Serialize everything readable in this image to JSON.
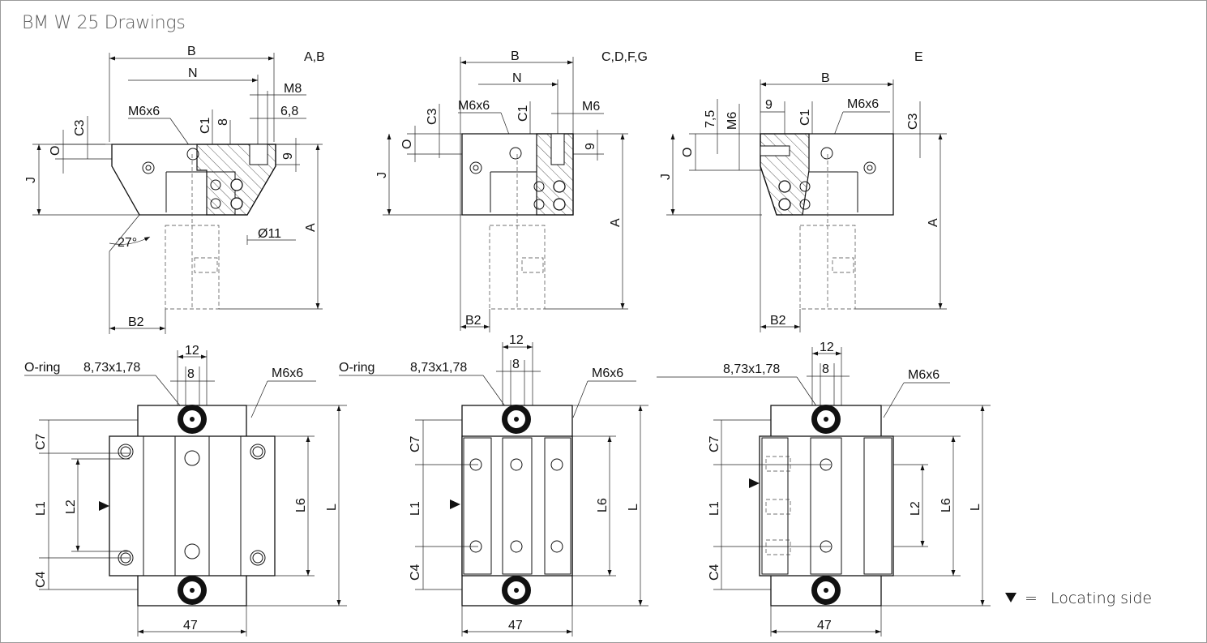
{
  "page": {
    "title": "BM W 25 Drawings"
  },
  "legend": {
    "symbol": "▼",
    "equals": "=",
    "text": "Locating side"
  },
  "views": {
    "top": [
      {
        "variant": "A,B",
        "labels": {
          "B": "B",
          "N": "N",
          "M8": "M8",
          "d68": "6,8",
          "M6x6": "M6x6",
          "C3": "C3",
          "C1": "C1",
          "e8": "8",
          "O": "O",
          "J": "J",
          "e9": "9",
          "A": "A",
          "angle": "27°",
          "dia": "Ø11",
          "B2": "B2"
        }
      },
      {
        "variant": "C,D,F,G",
        "labels": {
          "B": "B",
          "N": "N",
          "M6x6": "M6x6",
          "C3": "C3",
          "C1": "C1",
          "M6": "M6",
          "O": "O",
          "J": "J",
          "e9": "9",
          "A": "A",
          "B2": "B2"
        }
      },
      {
        "variant": "E",
        "labels": {
          "B": "B",
          "e75": "7,5",
          "M6": "M6",
          "e9": "9",
          "C1": "C1",
          "M6x6": "M6x6",
          "C3": "C3",
          "O": "O",
          "J": "J",
          "A": "A",
          "B2": "B2"
        }
      }
    ],
    "bottom": [
      {
        "oring": "O-ring",
        "oring_size": "8,73x1,78",
        "d12": "12",
        "d8": "8",
        "M6x6": "M6x6",
        "C7": "C7",
        "L1": "L1",
        "L2": "L2",
        "L6": "L6",
        "L": "L",
        "C4": "C4",
        "w47": "47"
      },
      {
        "oring": "O-ring",
        "oring_size": "8,73x1,78",
        "d12": "12",
        "d8": "8",
        "M6x6": "M6x6",
        "C7": "C7",
        "L1": "L1",
        "L6": "L6",
        "L": "L",
        "C4": "C4",
        "w47": "47"
      },
      {
        "oring_size": "8,73x1,78",
        "d12": "12",
        "d8": "8",
        "M6x6": "M6x6",
        "C7": "C7",
        "L1": "L1",
        "L2": "L2",
        "L6": "L6",
        "L": "L",
        "C4": "C4",
        "w47": "47"
      }
    ]
  }
}
